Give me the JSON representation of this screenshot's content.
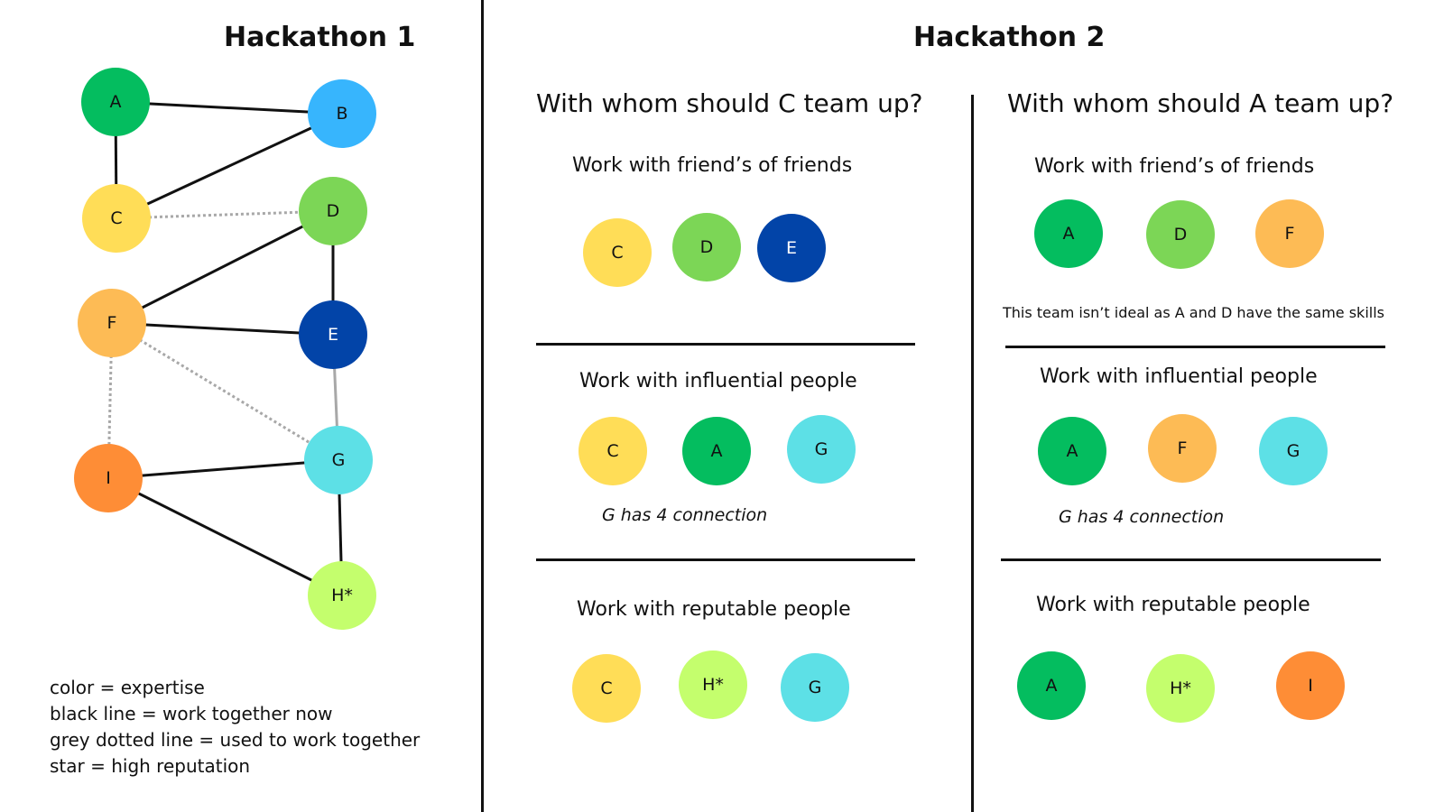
{
  "colors": {
    "A": "#04bd5f",
    "B": "#37b5fd",
    "C": "#ffdd57",
    "D": "#7cd656",
    "E": "#0244a8",
    "F": "#fdbb55",
    "G": "#5de0e6",
    "H*": "#c4fe6d",
    "I": "#fe8d36",
    "black_line": "#111111",
    "grey_line": "#a8a8a8"
  },
  "left": {
    "title": "Hackathon 1",
    "nodes": [
      {
        "id": "A",
        "label": "A"
      },
      {
        "id": "B",
        "label": "B"
      },
      {
        "id": "C",
        "label": "C"
      },
      {
        "id": "D",
        "label": "D"
      },
      {
        "id": "E",
        "label": "E"
      },
      {
        "id": "F",
        "label": "F"
      },
      {
        "id": "G",
        "label": "G"
      },
      {
        "id": "I",
        "label": "I"
      },
      {
        "id": "H*",
        "label": "H*"
      }
    ],
    "edges": [
      {
        "from": "A",
        "to": "B",
        "style": "black"
      },
      {
        "from": "A",
        "to": "C",
        "style": "black"
      },
      {
        "from": "C",
        "to": "B",
        "style": "black"
      },
      {
        "from": "C",
        "to": "D",
        "style": "grey-dotted"
      },
      {
        "from": "F",
        "to": "D",
        "style": "black"
      },
      {
        "from": "D",
        "to": "E",
        "style": "black"
      },
      {
        "from": "F",
        "to": "E",
        "style": "black"
      },
      {
        "from": "F",
        "to": "I",
        "style": "grey-dotted"
      },
      {
        "from": "F",
        "to": "G",
        "style": "grey-dotted"
      },
      {
        "from": "E",
        "to": "G",
        "style": "grey"
      },
      {
        "from": "I",
        "to": "G",
        "style": "black"
      },
      {
        "from": "I",
        "to": "H*",
        "style": "black"
      },
      {
        "from": "G",
        "to": "H*",
        "style": "black"
      }
    ],
    "legend": [
      "color = expertise",
      "black line = work together now",
      "grey dotted line = used to work together",
      "star = high reputation"
    ]
  },
  "right": {
    "title": "Hackathon 2",
    "columns": [
      {
        "question": "With whom should C team up?",
        "sections": [
          {
            "strategy": "Work with friend’s of friends",
            "team": [
              "C",
              "D",
              "E"
            ],
            "note": ""
          },
          {
            "strategy": "Work with influential people",
            "team": [
              "C",
              "A",
              "G"
            ],
            "note": "G has 4  connection"
          },
          {
            "strategy": "Work with reputable people",
            "team": [
              "C",
              "H*",
              "G"
            ],
            "note": ""
          }
        ]
      },
      {
        "question": "With whom should A team up?",
        "sections": [
          {
            "strategy": "Work with friend’s of friends",
            "team": [
              "A",
              "D",
              "F"
            ],
            "note": "This team isn’t ideal as A and D have the same skills"
          },
          {
            "strategy": "Work with influential people",
            "team": [
              "A",
              "F",
              "G"
            ],
            "note": "G has 4  connection"
          },
          {
            "strategy": "Work with reputable people",
            "team": [
              "A",
              "H*",
              "I"
            ],
            "note": ""
          }
        ]
      }
    ]
  }
}
